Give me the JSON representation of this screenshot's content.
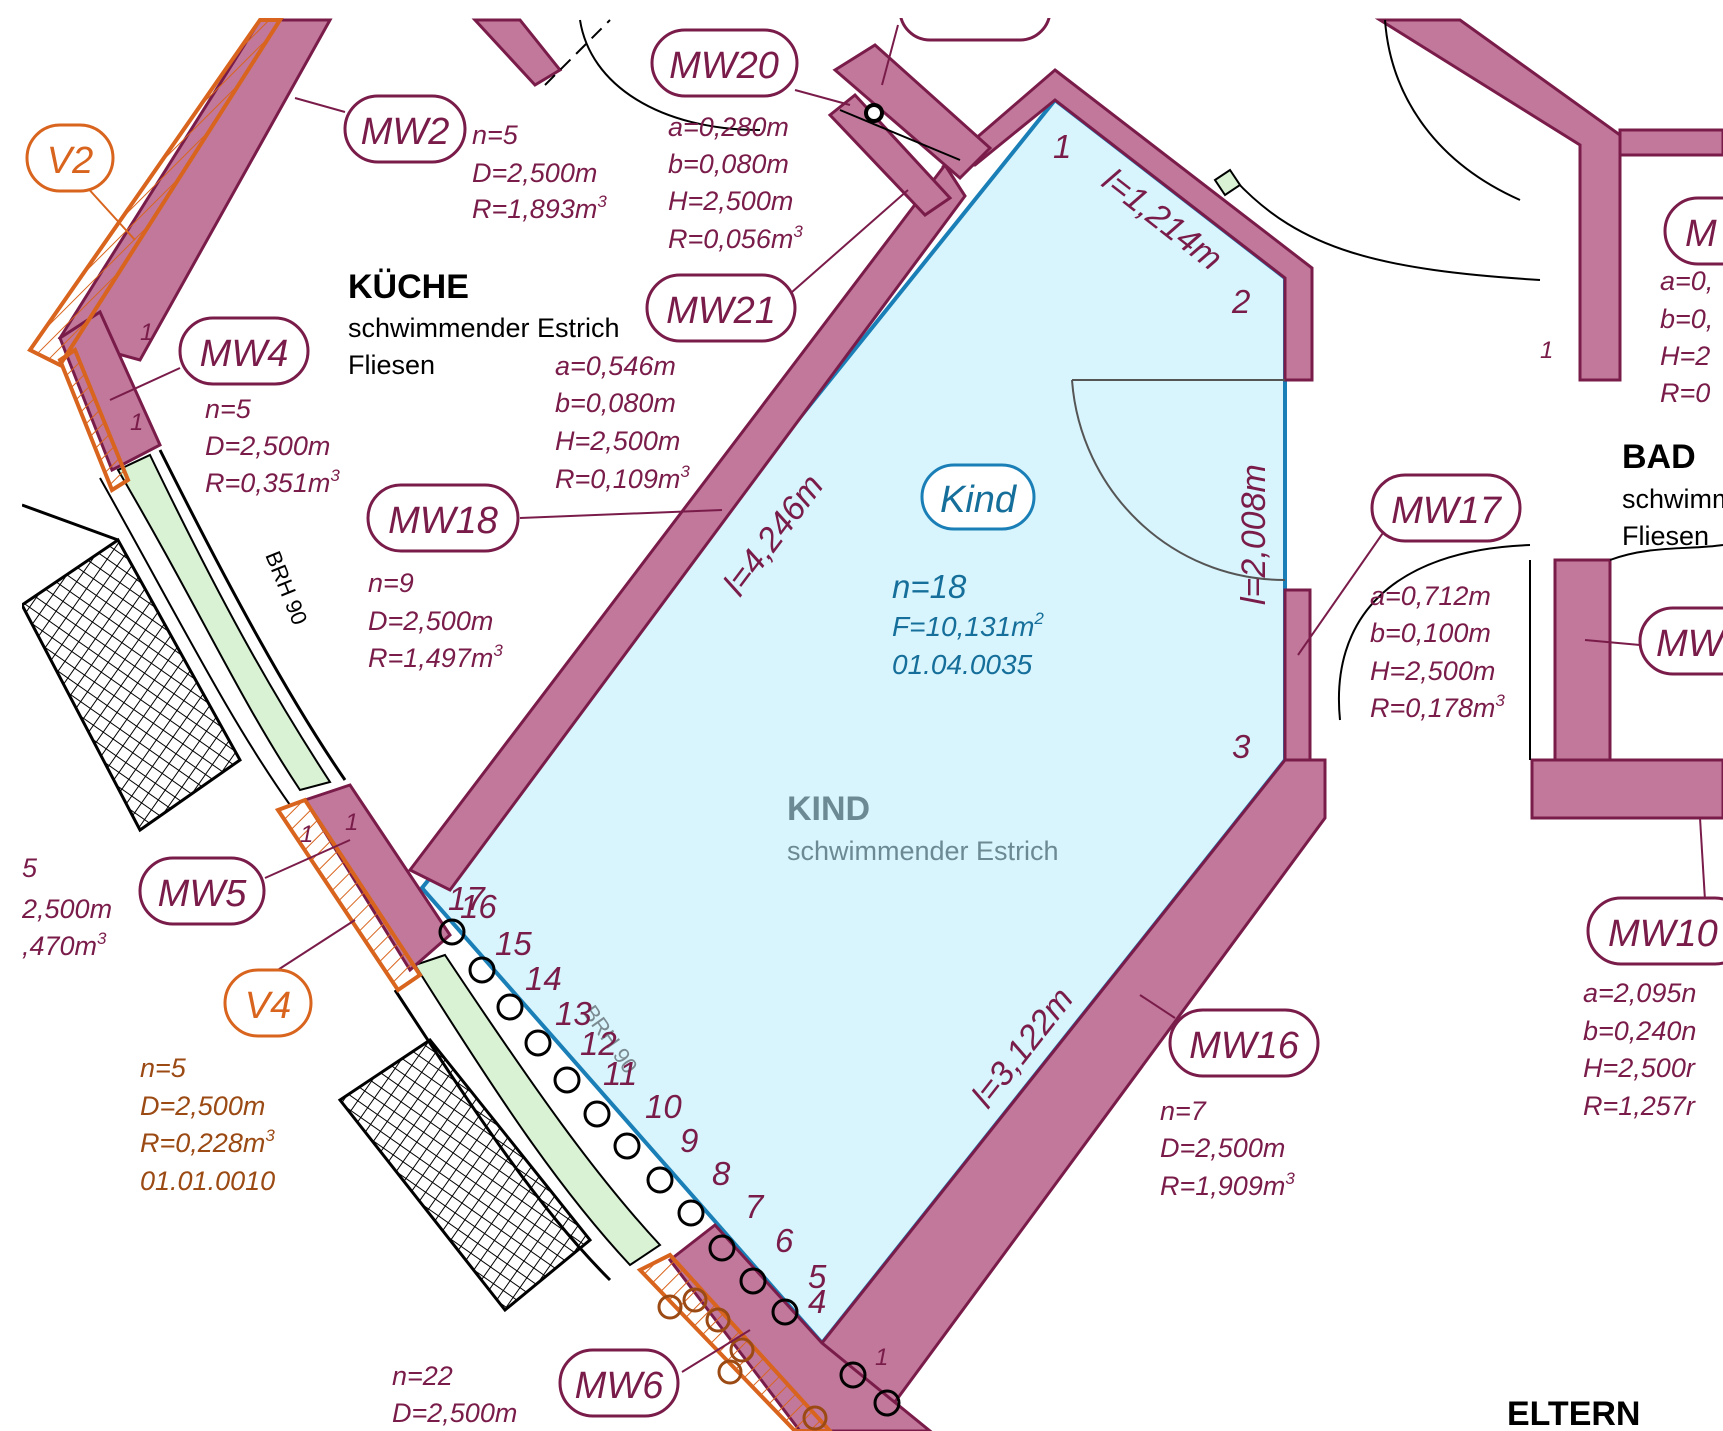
{
  "colors": {
    "wall": "#c1789a",
    "wall_line": "#7a1c4a",
    "room_fill": "#d8f4fc",
    "room_line": "#1a7fb6",
    "orange": "#d8641e",
    "dark_orange": "#9b4a14",
    "room_text": "#156f9a",
    "label": "#7a1c4a",
    "window_fill": "#d9f2d4"
  },
  "rooms": {
    "kueche": {
      "name": "KÜCHE",
      "floor": "schwimmender Estrich",
      "finish": "Fliesen"
    },
    "kind": {
      "name": "KIND",
      "floor": "schwimmender Estrich",
      "tag": "Kind",
      "n": "n=18",
      "f": "F=10,131m",
      "f_sup": "2",
      "code": "01.04.0035"
    },
    "bad": {
      "name": "BAD",
      "floor": "schwimmr",
      "finish": "Fliesen"
    },
    "eltern": {
      "name": "ELTERN"
    }
  },
  "walls": {
    "mw2": {
      "tag": "MW2",
      "n": "n=5",
      "d": "D=2,500m",
      "r": "R=1,893m",
      "sup": "3"
    },
    "mw4": {
      "tag": "MW4",
      "n": "n=5",
      "d": "D=2,500m",
      "r": "R=0,351m",
      "sup": "3"
    },
    "mw18": {
      "tag": "MW18",
      "n": "n=9",
      "d": "D=2,500m",
      "r": "R=1,497m",
      "sup": "3"
    },
    "mw20": {
      "tag": "MW20",
      "a": "a=0,280m",
      "b": "b=0,080m",
      "h": "H=2,500m",
      "r": "R=0,056m",
      "sup": "3"
    },
    "mw21": {
      "tag": "MW21",
      "a": "a=0,546m",
      "b": "b=0,080m",
      "h": "H=2,500m",
      "r": "R=0,109m",
      "sup": "3"
    },
    "mw17": {
      "tag": "MW17",
      "a": "a=0,712m",
      "b": "b=0,100m",
      "h": "H=2,500m",
      "r": "R=0,178m",
      "sup": "3"
    },
    "mw16": {
      "tag": "MW16",
      "n": "n=7",
      "d": "D=2,500m",
      "r": "R=1,909m",
      "sup": "3"
    },
    "mw5": {
      "tag": "MW5",
      "d": "2,500m",
      "r": ",470m",
      "sup": "3",
      "n": "5"
    },
    "mw6": {
      "tag": "MW6",
      "n": "n=22",
      "d": "D=2,500m"
    },
    "mw10": {
      "tag": "MW10",
      "a": "a=2,095n",
      "b": "b=0,240n",
      "h": "H=2,500r",
      "r": "R=1,257r"
    },
    "mw_right": {
      "tag": "MW"
    },
    "m_right": {
      "tag": "M",
      "a": "a=0,",
      "b": "b=0,",
      "h": "H=2",
      "r": "R=0"
    },
    "v2": {
      "tag": "V2"
    },
    "v4": {
      "tag": "V4",
      "n": "n=5",
      "d": "D=2,500m",
      "r": "R=0,228m",
      "sup": "3",
      "code": "01.01.0010"
    }
  },
  "dimensions": {
    "l1": "l=1,214m",
    "l2": "l=2,008m",
    "l3": "l=3,122m",
    "l4": "l=4,246m"
  },
  "brh": {
    "b1": "BRH 90",
    "b2": "BRH 90"
  },
  "corner_numbers": [
    "1",
    "2",
    "3",
    "4",
    "5",
    "6",
    "7",
    "8",
    "9",
    "10",
    "11",
    "12",
    "13",
    "14",
    "15",
    "16",
    "17"
  ],
  "wall_side_numbers": {
    "a": "1",
    "b": "1",
    "c": "1",
    "d": "1",
    "e": "1",
    "f": "1"
  }
}
